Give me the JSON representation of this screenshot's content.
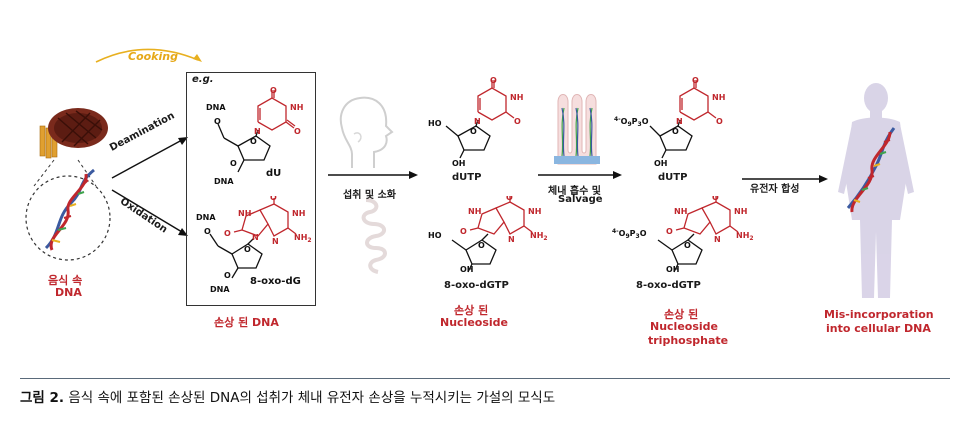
{
  "labels": {
    "cooking": "Cooking",
    "deamination": "Deamination",
    "oxidation": "Oxidation",
    "eg": "e.g.",
    "dna": "DNA",
    "du": "dU",
    "oxo_dg": "8-oxo-dG",
    "damaged_dna": "손상 된 DNA",
    "food_dna_line1": "음식 속",
    "food_dna_line2": "DNA",
    "intake_digestion": "섭취 및 소화",
    "dutp": "dUTP",
    "oxo_dgtp": "8-oxo-dGTP",
    "damaged_nucleoside_line1": "손상 된",
    "damaged_nucleoside_line2": "Nucleoside",
    "absorption_line1": "체내 흡수 및",
    "absorption_line2": "Salvage",
    "triphosphate_line1": "손상 된",
    "triphosphate_line2": "Nucleoside",
    "triphosphate_line3": "triphosphate",
    "genetic_synthesis": "유전자 합성",
    "misincorp_line1": "Mis-incorporation",
    "misincorp_line2": "into cellular DNA"
  },
  "chem": {
    "o": "O",
    "n": "N",
    "nh": "NH",
    "nh2": "NH",
    "nh2_sub": "2",
    "ho": "HO",
    "oh": "OH",
    "phosphate_prefix": "4-",
    "phosphate_o": "O",
    "phosphate_sub9": "9",
    "phosphate_p": "P",
    "phosphate_sub3": "3",
    "phosphate_o2": "O"
  },
  "caption": {
    "prefix": "그림 2.",
    "text": "음식 속에 포함된 손상된 DNA의 섭취가 체내 유전자 손상을 누적시키는 가설의 모식도"
  },
  "colors": {
    "red": "#c0272d",
    "arrow_gold": "#e8b020",
    "cooking_text": "#e6a817",
    "meat": "#7a2a1c",
    "human": "#cdc6e0"
  }
}
